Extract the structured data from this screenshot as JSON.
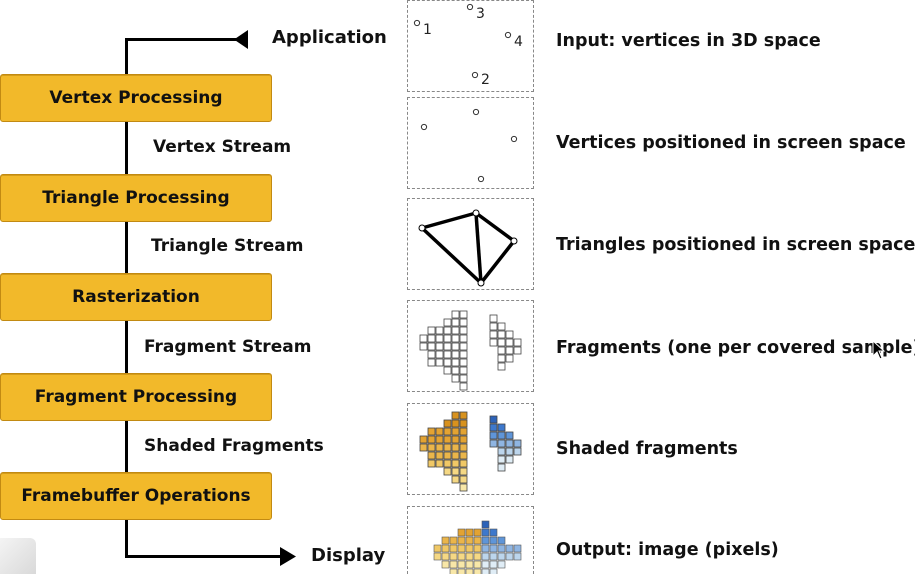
{
  "pipeline": {
    "endpoints": {
      "application": "Application",
      "display": "Display"
    },
    "stages": [
      "Vertex Processing",
      "Triangle Processing",
      "Rasterization",
      "Fragment Processing",
      "Framebuffer Operations"
    ],
    "streams": [
      "Vertex Stream",
      "Triangle Stream",
      "Fragment Stream",
      "Shaded Fragments"
    ]
  },
  "panels": {
    "vertex_labels": [
      "1",
      "2",
      "3",
      "4"
    ],
    "descriptions": [
      "Input: vertices in 3D space",
      "Vertices positioned in screen space",
      "Triangles positioned in screen space",
      "Fragments (one per covered sample)",
      "Shaded fragments",
      "Output: image (pixels)"
    ]
  },
  "colors": {
    "stage_fill": "#f2b92a",
    "stage_border": "#c28a12",
    "line": "#000000",
    "warm_fragment": "#e8a030",
    "cool_fragment": "#3f7fd0"
  },
  "icons": [
    "arrow-left-icon",
    "arrow-right-icon",
    "cursor-icon"
  ]
}
